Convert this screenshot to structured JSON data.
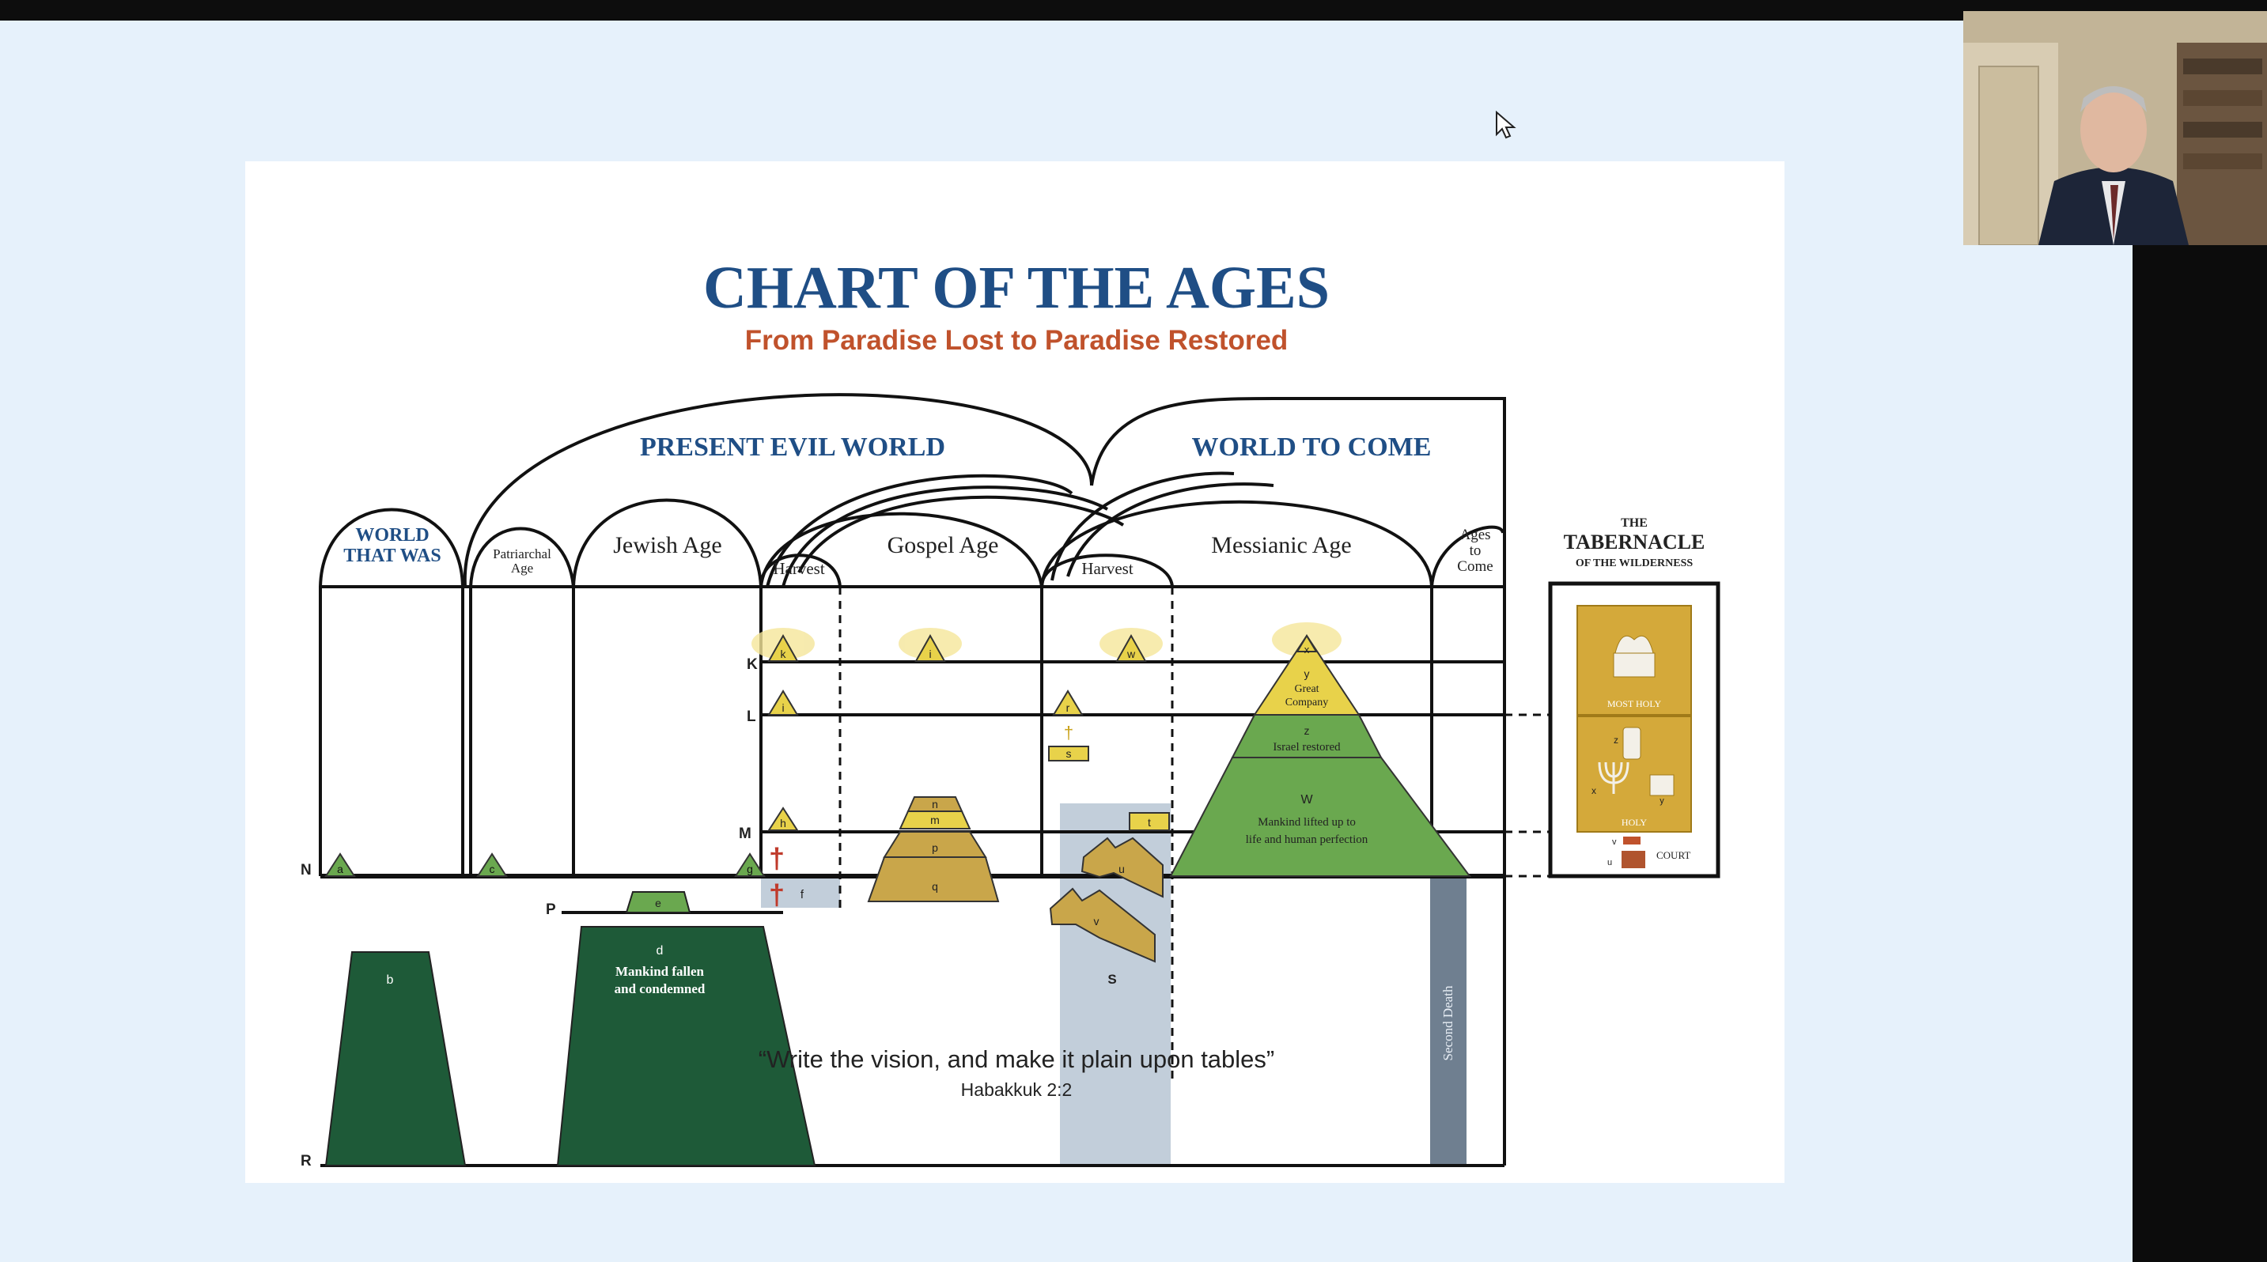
{
  "slide": {
    "title": "CHART OF THE AGES",
    "subtitle": "From Paradise Lost to Paradise Restored",
    "quote": "“Write the vision, and make it plain upon tables”",
    "quote_ref": "Habakkuk 2:2"
  },
  "worlds": {
    "present": "PRESENT EVIL WORLD",
    "to_come": "WORLD TO COME",
    "that_was_1": "WORLD",
    "that_was_2": "THAT WAS"
  },
  "ages": {
    "patriarchal_1": "Patriarchal",
    "patriarchal_2": "Age",
    "jewish": "Jewish Age",
    "gospel": "Gospel Age",
    "messianic": "Messianic Age",
    "harvest": "Harvest",
    "to_come_1": "Ages",
    "to_come_2": "to",
    "to_come_3": "Come"
  },
  "planes": {
    "K": "K",
    "L": "L",
    "M": "M",
    "N": "N",
    "P": "P",
    "R": "R"
  },
  "letters": {
    "a": "a",
    "b": "b",
    "c": "c",
    "d": "d",
    "e": "e",
    "f": "f",
    "g": "g",
    "h": "h",
    "i": "i",
    "k": "k",
    "l": "l",
    "m": "m",
    "n": "n",
    "p": "p",
    "q": "q",
    "r": "r",
    "s": "s",
    "t": "t",
    "u": "u",
    "v": "v",
    "w": "w",
    "x": "x",
    "y": "y",
    "z": "z",
    "W": "W",
    "S": "S",
    "dagger": "†"
  },
  "labels": {
    "mankind_fallen_1": "Mankind fallen",
    "mankind_fallen_2": "and condemned",
    "great_company_1": "Great",
    "great_company_2": "Company",
    "israel_restored": "Israel restored",
    "mankind_lifted_1": "Mankind lifted up to",
    "mankind_lifted_2": "life and human perfection",
    "second_death": "Second Death"
  },
  "tabernacle": {
    "the": "THE",
    "name": "TABERNACLE",
    "sub": "OF THE WILDERNESS",
    "most_holy": "MOST HOLY",
    "holy": "HOLY",
    "court": "COURT",
    "z": "z",
    "x": "x",
    "y": "y",
    "v": "v",
    "u": "u"
  },
  "colors": {
    "title_blue": "#1f4e85",
    "subtitle_red": "#c0522c",
    "dark_green": "#1e5a38",
    "light_green": "#6aa84f",
    "gold": "#c9a64a",
    "yellow": "#e8d24a",
    "shade_blue": "#c2ceda"
  }
}
